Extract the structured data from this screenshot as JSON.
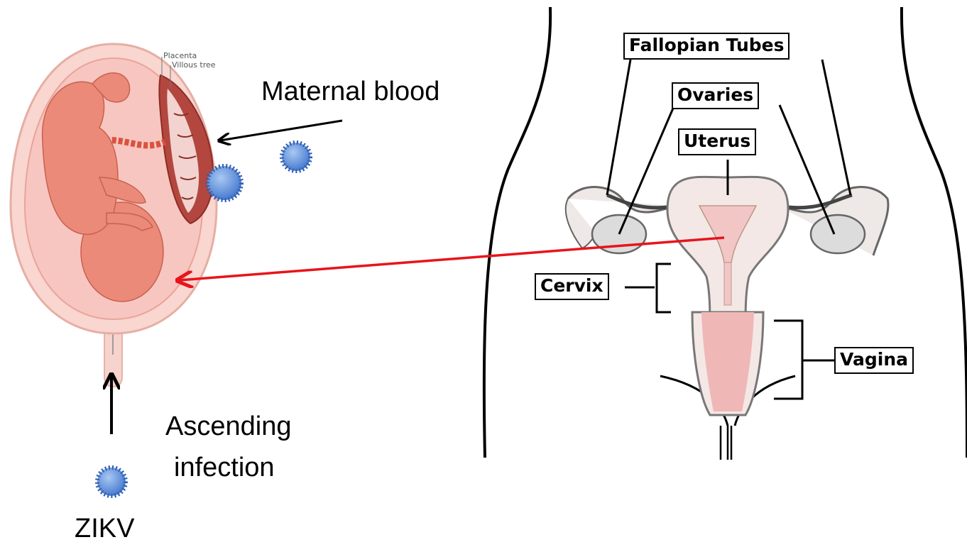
{
  "labels": {
    "placenta": "Placenta",
    "villous_tree": "Villous tree",
    "maternal_blood": "Maternal blood",
    "ascending_line1": "Ascending",
    "ascending_line2": "infection",
    "zikv": "ZIKV",
    "fallopian_tubes": "Fallopian Tubes",
    "ovaries": "Ovaries",
    "uterus": "Uterus",
    "cervix": "Cervix",
    "vagina": "Vagina"
  },
  "colors": {
    "virus": "#4a7fd4",
    "arrow_red": "#e8141b",
    "uterus_fill": "#f6c7c0",
    "fetus": "#eb8a78",
    "placenta": "#b3473f",
    "organ_fill": "#eee8e6",
    "inner_canal": "#f0b7b7"
  }
}
